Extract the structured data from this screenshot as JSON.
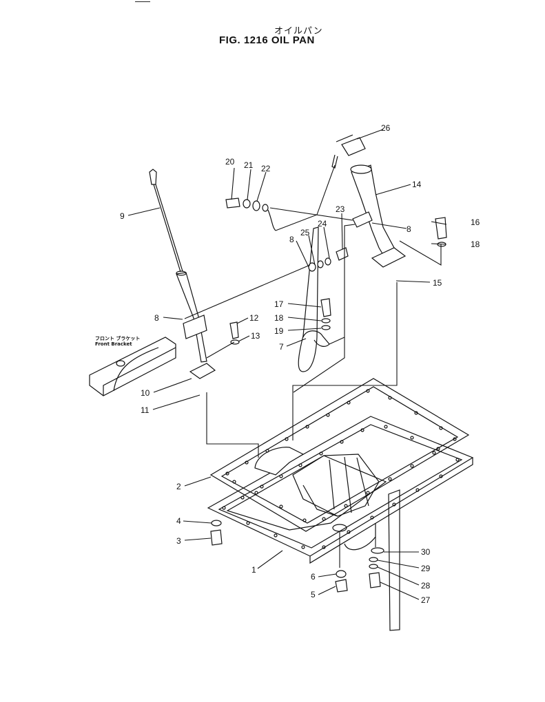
{
  "header": {
    "jp_title": "オイルパン",
    "title": "FIG. 1216  OIL PAN"
  },
  "note": {
    "jp": "フロント ブラケット",
    "en": "Front Bracket"
  },
  "callouts": [
    "1",
    "2",
    "3",
    "4",
    "5",
    "6",
    "7",
    "8",
    "8",
    "8",
    "9",
    "10",
    "11",
    "12",
    "13",
    "14",
    "15",
    "16",
    "17",
    "18",
    "18",
    "19",
    "20",
    "21",
    "22",
    "23",
    "24",
    "25",
    "26",
    "27",
    "28",
    "29",
    "30"
  ]
}
